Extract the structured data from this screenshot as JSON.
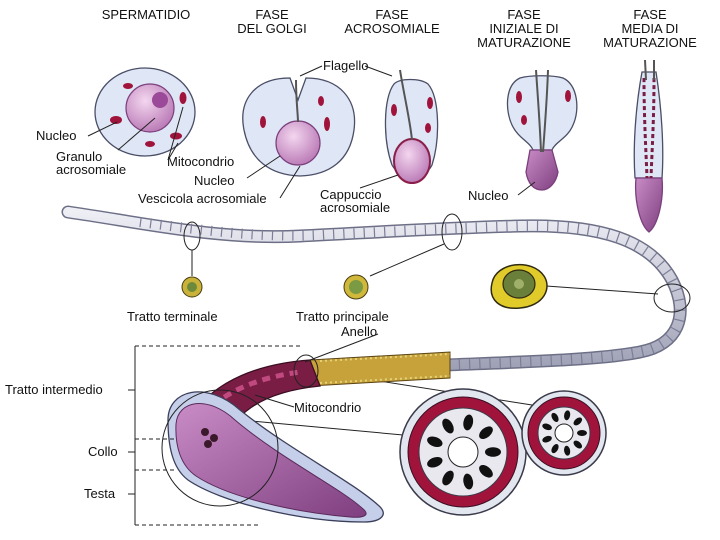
{
  "headers": {
    "spermatidio": "SPERMATIDIO",
    "golgi": [
      "FASE",
      "DEL GOLGI"
    ],
    "acrosomiale": [
      "FASE",
      "ACROSOMIALE"
    ],
    "iniziale": [
      "FASE",
      "INIZIALE DI",
      "MATURAZIONE"
    ],
    "media": [
      "FASE",
      "MEDIA DI",
      "MATURAZIONE"
    ]
  },
  "labels": {
    "flagello": "Flagello",
    "nucleo_1": "Nucleo",
    "granulo": [
      "Granulo",
      "acrosomiale"
    ],
    "mitocondrio_1": "Mitocondrio",
    "nucleo_2": "Nucleo",
    "vescicola": "Vescicola acrosomiale",
    "cappuccio": [
      "Cappuccio",
      "acrosomiale"
    ],
    "nucleo_3": "Nucleo",
    "tratto_terminale": "Tratto terminale",
    "tratto_principale": "Tratto principale",
    "anello": "Anello",
    "tratto_intermedio": "Tratto intermedio",
    "mitocondrio_2": "Mitocondrio",
    "collo": "Collo",
    "testa": "Testa"
  },
  "colors": {
    "cytoplasm": "#dbe3f3",
    "nucleus": "#d6a6d2",
    "mitochondria": "#a0143c",
    "tail": "#d2d3e0",
    "head": "#a86aa8",
    "midpiece": "#7a1d45",
    "fibers": "#b09a3a"
  }
}
